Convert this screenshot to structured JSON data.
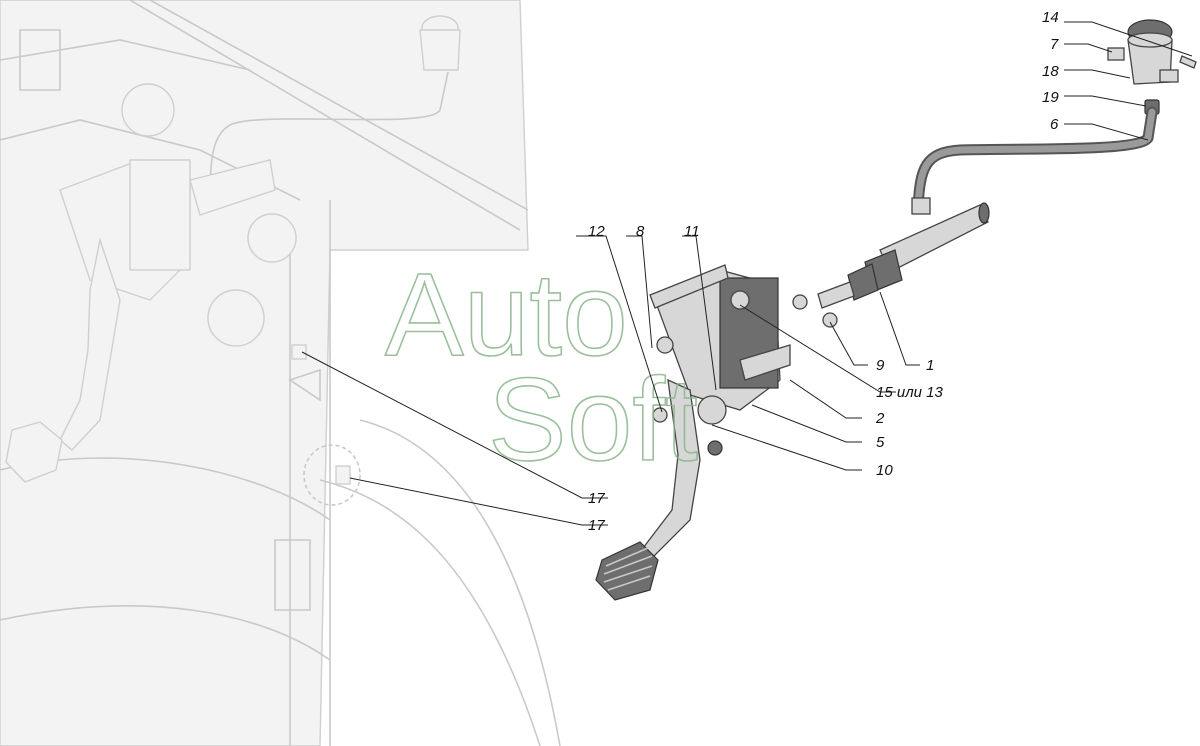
{
  "watermark": {
    "text_part1": "Auto",
    "text_part2": "Soft"
  },
  "callouts": [
    {
      "id": "c14",
      "text": "14"
    },
    {
      "id": "c7",
      "text": "7"
    },
    {
      "id": "c18",
      "text": "18"
    },
    {
      "id": "c19",
      "text": "19"
    },
    {
      "id": "c6",
      "text": "6"
    },
    {
      "id": "c12",
      "text": "12"
    },
    {
      "id": "c8",
      "text": "8"
    },
    {
      "id": "c11",
      "text": "11"
    },
    {
      "id": "c9",
      "text": "9"
    },
    {
      "id": "c1",
      "text": "1"
    },
    {
      "id": "c15",
      "text": "15 или 13"
    },
    {
      "id": "c2",
      "text": "2"
    },
    {
      "id": "c5",
      "text": "5"
    },
    {
      "id": "c10",
      "text": "10"
    },
    {
      "id": "c17a",
      "text": "17"
    },
    {
      "id": "c17b",
      "text": "17"
    }
  ]
}
